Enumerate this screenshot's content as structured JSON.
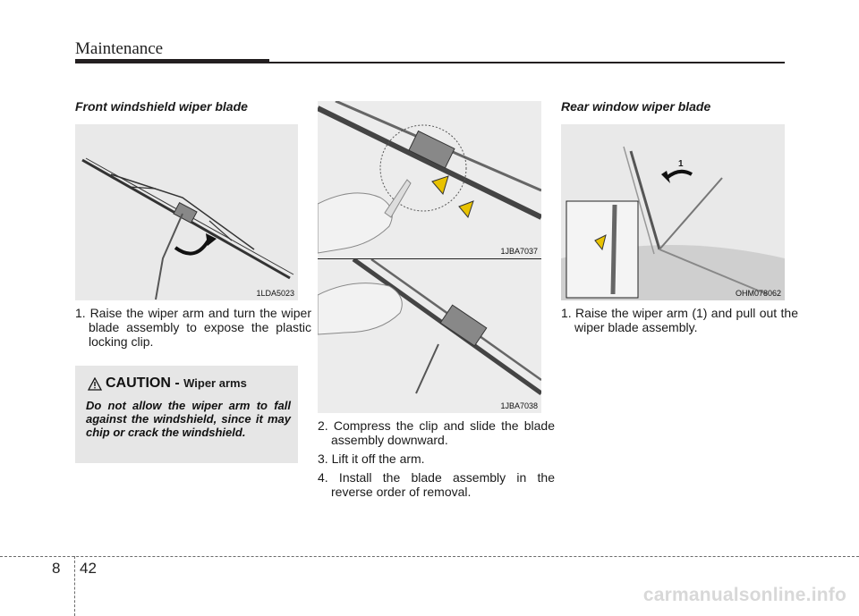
{
  "header": {
    "title": "Maintenance"
  },
  "left": {
    "section_title": "Front windshield wiper blade",
    "figure_code": "1LDA5023",
    "step1": "1. Raise the wiper arm and turn the wiper blade assembly to expose the plastic locking clip.",
    "caution": {
      "label": "CAUTION - ",
      "subject": "Wiper arms",
      "text": "Do not allow the wiper arm to fall against the windshield, since it may chip or crack the windshield."
    }
  },
  "middle": {
    "figure_top_code": "1JBA7037",
    "figure_bottom_code": "1JBA7038",
    "steps": [
      "2. Compress the clip and slide the blade assembly downward.",
      "3. Lift it off the arm.",
      "4. Install the blade assembly in the reverse order of removal."
    ]
  },
  "right": {
    "section_title": "Rear window wiper blade",
    "figure_code": "OHM078062",
    "callout_number": "1",
    "step1": "1. Raise the wiper arm (1) and pull out the wiper blade assembly."
  },
  "footer": {
    "chapter": "8",
    "page": "42",
    "watermark": "carmanualsonline.info"
  }
}
